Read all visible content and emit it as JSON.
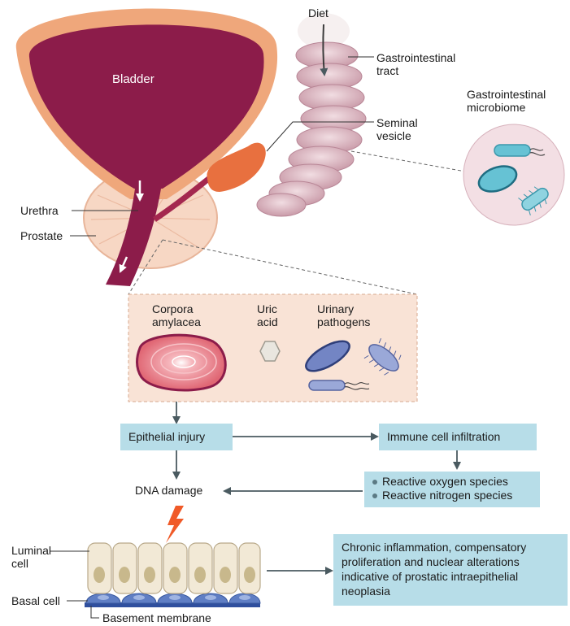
{
  "labels": {
    "bladder": "Bladder",
    "diet": "Diet",
    "gi_tract": "Gastrointestinal\ntract",
    "seminal_vesicle": "Seminal\nvesicle",
    "gi_microbiome": "Gastrointestinal\nmicrobiome",
    "urethra": "Urethra",
    "prostate": "Prostate",
    "corpora_amylacea": "Corpora\namylacea",
    "uric_acid": "Uric\nacid",
    "urinary_pathogens": "Urinary\npathogens",
    "dna_damage": "DNA damage",
    "luminal_cell": "Luminal\ncell",
    "basal_cell": "Basal cell",
    "basement_membrane": "Basement membrane"
  },
  "boxes": {
    "epithelial_injury": "Epithelial injury",
    "immune_infiltration": "Immune cell infiltration",
    "reactive_species": [
      "Reactive oxygen species",
      "Reactive nitrogen species"
    ],
    "outcome": "Chronic inflammation, compensatory proliferation and nuclear alterations indicative of prostatic intraepithelial neoplasia"
  },
  "colors": {
    "bladder_outer": "#efa77b",
    "bladder_inner": "#8c1c4a",
    "prostate": "#f7d7c4",
    "seminal_vesicle": "#e8703f",
    "gut": "#dcbcc5",
    "microbiome_bg": "#f3dfe4",
    "bacteria": "#66c2d4",
    "pathogen": "#7385c4",
    "corpora": "#e97a86",
    "panel_bg": "#f9e3d6",
    "box": "#b7dde8",
    "arrow": "#4a5a60",
    "lightning": "#f05a28",
    "cell": "#f2e9d6",
    "nucleus": "#c8b88c",
    "basal": "#5f7ec4",
    "membrane": "#2f4f9e"
  },
  "icons": [
    "bladder-shape",
    "urethra",
    "prostate-gland",
    "seminal-vesicle",
    "gastrointestinal-tract",
    "microbiome-circle",
    "bacterium-icon",
    "corpora-amylacea-icon",
    "uric-acid-crystal-icon",
    "urinary-pathogen-icon",
    "lightning-bolt-icon",
    "epithelial-cell-icon",
    "basal-cell-icon"
  ]
}
